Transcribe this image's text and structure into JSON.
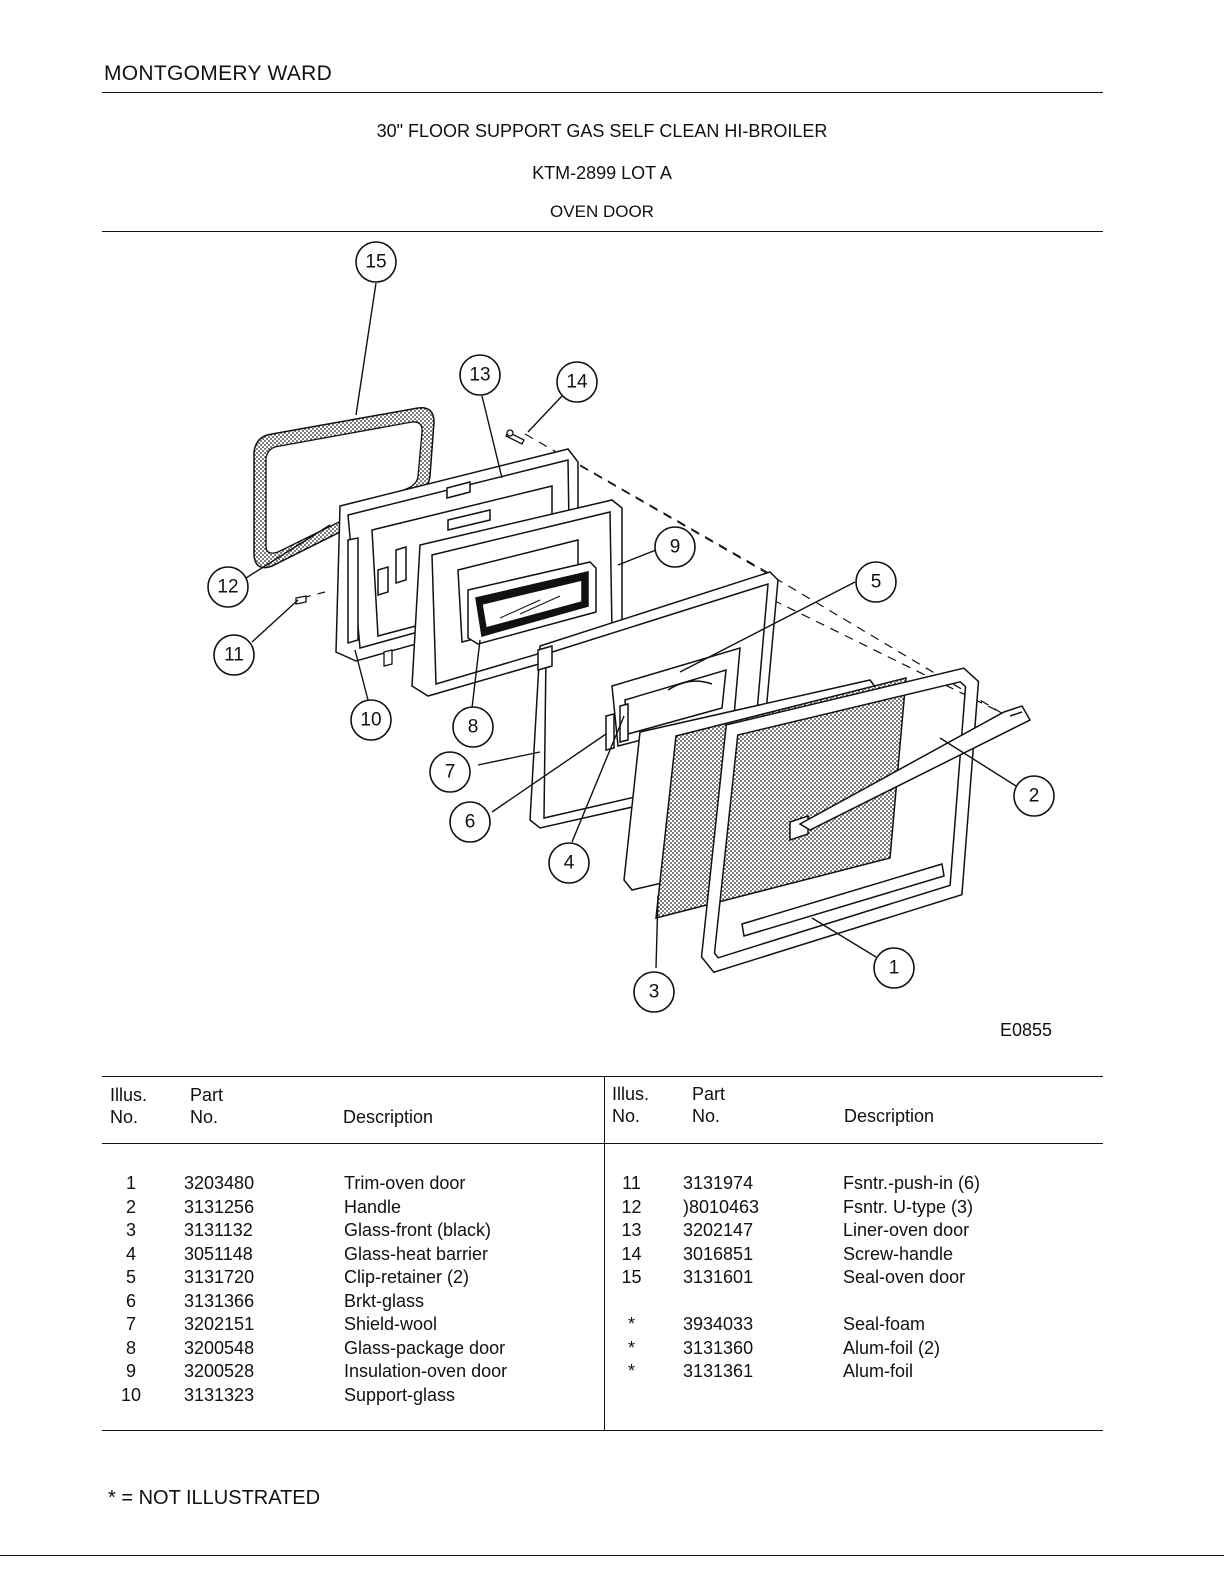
{
  "header": {
    "brand": "MONTGOMERY WARD",
    "title": "30\" FLOOR SUPPORT GAS SELF CLEAN HI-BROILER",
    "model": "KTM-2899 LOT A",
    "section": "OVEN DOOR"
  },
  "diagram": {
    "code": "E0855",
    "callouts": [
      "1",
      "2",
      "3",
      "4",
      "5",
      "6",
      "7",
      "8",
      "9",
      "10",
      "11",
      "12",
      "13",
      "14",
      "15"
    ]
  },
  "table": {
    "headers": {
      "illus_1": "Illus.",
      "illus_2": "No.",
      "part_1": "Part",
      "part_2": "No.",
      "desc": "Description"
    },
    "left": [
      {
        "illus": "1",
        "part": "3203480",
        "desc": "Trim-oven door"
      },
      {
        "illus": "2",
        "part": "3131256",
        "desc": "Handle"
      },
      {
        "illus": "3",
        "part": "3131132",
        "desc": "Glass-front (black)"
      },
      {
        "illus": "4",
        "part": "3051148",
        "desc": "Glass-heat barrier"
      },
      {
        "illus": "5",
        "part": "3131720",
        "desc": "Clip-retainer (2)"
      },
      {
        "illus": "6",
        "part": "3131366",
        "desc": "Brkt-glass"
      },
      {
        "illus": "7",
        "part": "3202151",
        "desc": "Shield-wool"
      },
      {
        "illus": "8",
        "part": "3200548",
        "desc": "Glass-package door"
      },
      {
        "illus": "9",
        "part": "3200528",
        "desc": "Insulation-oven door"
      },
      {
        "illus": "10",
        "part": "3131323",
        "desc": "Support-glass"
      }
    ],
    "right": [
      {
        "illus": "11",
        "part": "3131974",
        "desc": "Fsntr.-push-in (6)"
      },
      {
        "illus": "12",
        "part": ")8010463",
        "desc": "Fsntr. U-type (3)"
      },
      {
        "illus": "13",
        "part": "3202147",
        "desc": "Liner-oven door"
      },
      {
        "illus": "14",
        "part": "3016851",
        "desc": "Screw-handle"
      },
      {
        "illus": "15",
        "part": "3131601",
        "desc": "Seal-oven door"
      },
      {
        "illus": "",
        "part": "",
        "desc": ""
      },
      {
        "illus": "*",
        "part": "3934033",
        "desc": "Seal-foam"
      },
      {
        "illus": "*",
        "part": "3131360",
        "desc": "Alum-foil (2)"
      },
      {
        "illus": "*",
        "part": "3131361",
        "desc": "Alum-foil"
      }
    ]
  },
  "footnote": "* = NOT ILLUSTRATED"
}
